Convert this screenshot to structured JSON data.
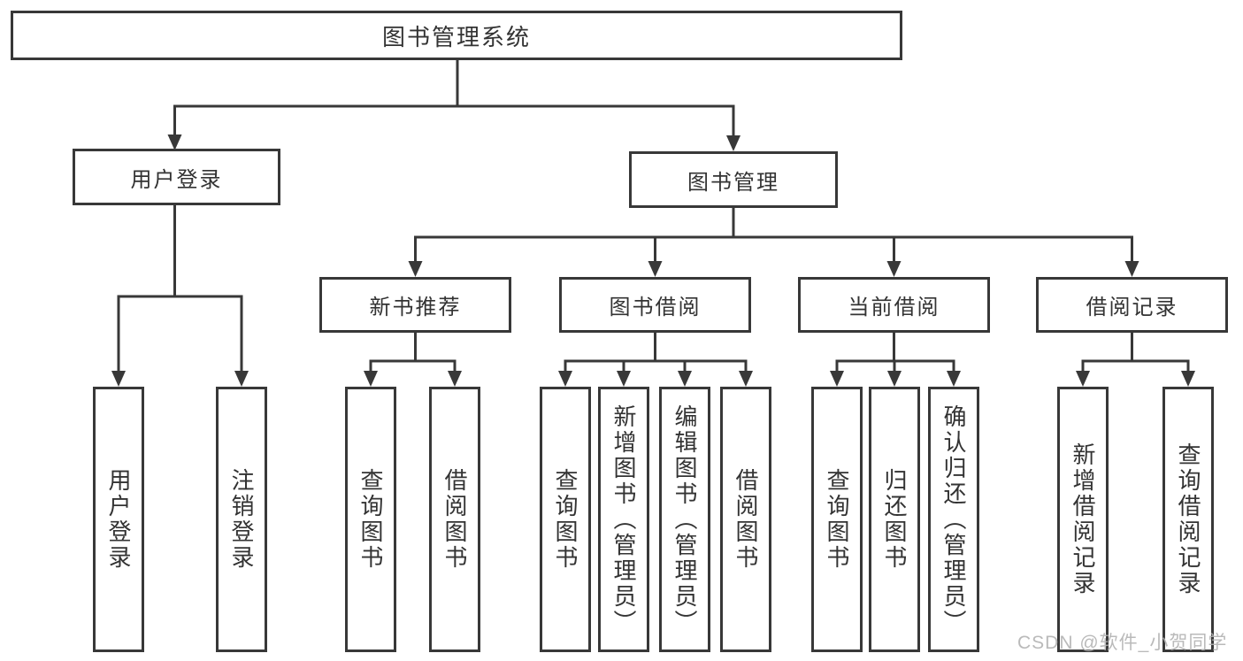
{
  "diagram": {
    "title": "图书管理系统",
    "colors": {
      "line": "#383838",
      "border": "#383838",
      "text": "#333333",
      "background": "#ffffff",
      "watermark": "#b2b2b2"
    }
  },
  "tree": {
    "root": "图书管理系统",
    "children": [
      {
        "label": "用户登录",
        "children": [
          "用户登录",
          "注销登录"
        ]
      },
      {
        "label": "图书管理",
        "children": [
          {
            "label": "新书推荐",
            "children": [
              "查询图书",
              "借阅图书"
            ]
          },
          {
            "label": "图书借阅",
            "children": [
              "查询图书",
              "新增图书（管理员）",
              "编辑图书（管理员）",
              "借阅图书"
            ]
          },
          {
            "label": "当前借阅",
            "children": [
              "查询图书",
              "归还图书",
              "确认归还（管理员）"
            ]
          },
          {
            "label": "借阅记录",
            "children": [
              "新增借阅记录",
              "查询借阅记录"
            ]
          }
        ]
      }
    ]
  },
  "watermark": {
    "text": "CSDN @软件_小贺同学"
  }
}
